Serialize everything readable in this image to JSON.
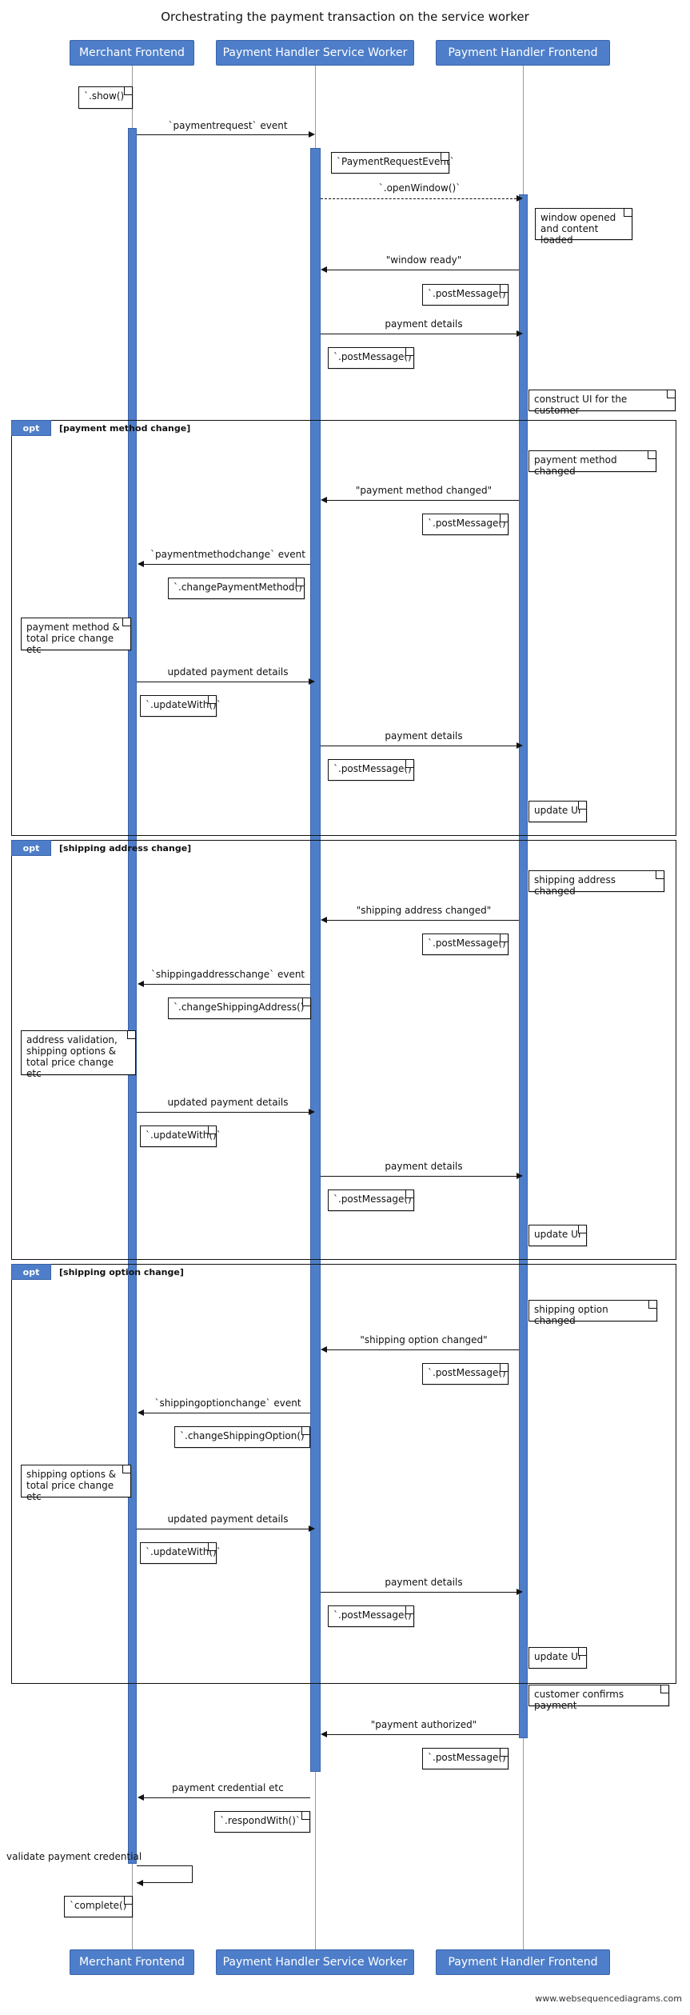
{
  "diagram": {
    "title": "Orchestrating the payment transaction on the service worker",
    "credit": "www.websequencediagrams.com",
    "actors": [
      {
        "id": "merchant",
        "label": "Merchant Frontend"
      },
      {
        "id": "sw",
        "label": "Payment Handler Service Worker"
      },
      {
        "id": "phf",
        "label": "Payment Handler Frontend"
      }
    ],
    "frames": [
      {
        "tab": "opt",
        "label": "[payment method change]"
      },
      {
        "tab": "opt",
        "label": "[shipping address change]"
      },
      {
        "tab": "opt",
        "label": "[shipping option change]"
      }
    ],
    "messages": [
      {
        "id": "m1",
        "label": "`paymentrequest` event"
      },
      {
        "id": "m2",
        "label": "`.openWindow()`"
      },
      {
        "id": "m3",
        "label": "\"window ready\""
      },
      {
        "id": "m4",
        "label": "payment details"
      },
      {
        "id": "m5",
        "label": "\"payment method changed\""
      },
      {
        "id": "m6",
        "label": "`paymentmethodchange` event"
      },
      {
        "id": "m7",
        "label": "updated payment details"
      },
      {
        "id": "m8",
        "label": "payment details"
      },
      {
        "id": "m9",
        "label": "\"shipping address changed\""
      },
      {
        "id": "m10",
        "label": "`shippingaddresschange` event"
      },
      {
        "id": "m11",
        "label": "updated payment details"
      },
      {
        "id": "m12",
        "label": "payment details"
      },
      {
        "id": "m13",
        "label": "\"shipping option changed\""
      },
      {
        "id": "m14",
        "label": "`shippingoptionchange` event"
      },
      {
        "id": "m15",
        "label": "updated payment details"
      },
      {
        "id": "m16",
        "label": "payment details"
      },
      {
        "id": "m17",
        "label": "\"payment authorized\""
      },
      {
        "id": "m18",
        "label": "payment credential etc"
      },
      {
        "id": "m19",
        "label": "validate payment credential"
      }
    ],
    "notes": [
      {
        "id": "n1",
        "text": "`.show()`"
      },
      {
        "id": "n2",
        "text": "`PaymentRequestEvent`"
      },
      {
        "id": "n3",
        "text": "window opened\nand content loaded"
      },
      {
        "id": "n4",
        "text": "`.postMessage()`"
      },
      {
        "id": "n5",
        "text": "`.postMessage()`"
      },
      {
        "id": "n6",
        "text": "construct UI for the customer"
      },
      {
        "id": "n7",
        "text": "payment method changed"
      },
      {
        "id": "n8",
        "text": "`.postMessage()`"
      },
      {
        "id": "n9",
        "text": "`.changePaymentMethod()`"
      },
      {
        "id": "n10",
        "text": "payment method &\ntotal price change etc"
      },
      {
        "id": "n11",
        "text": "`.updateWith()`"
      },
      {
        "id": "n12",
        "text": "`.postMessage()`"
      },
      {
        "id": "n13",
        "text": "update UI"
      },
      {
        "id": "n14",
        "text": "shipping address changed"
      },
      {
        "id": "n15",
        "text": "`.postMessage()`"
      },
      {
        "id": "n16",
        "text": "`.changeShippingAddress()`"
      },
      {
        "id": "n17",
        "text": "address validation,\nshipping options &\ntotal price change etc"
      },
      {
        "id": "n18",
        "text": "`.updateWith()`"
      },
      {
        "id": "n19",
        "text": "`.postMessage()`"
      },
      {
        "id": "n20",
        "text": "update UI"
      },
      {
        "id": "n21",
        "text": "shipping option changed"
      },
      {
        "id": "n22",
        "text": "`.postMessage()`"
      },
      {
        "id": "n23",
        "text": "`.changeShippingOption()`"
      },
      {
        "id": "n24",
        "text": "shipping options &\ntotal price change etc"
      },
      {
        "id": "n25",
        "text": "`.updateWith()`"
      },
      {
        "id": "n26",
        "text": "`.postMessage()`"
      },
      {
        "id": "n27",
        "text": "update UI"
      },
      {
        "id": "n28",
        "text": "customer confirms payment"
      },
      {
        "id": "n29",
        "text": "`.postMessage()`"
      },
      {
        "id": "n30",
        "text": "`.respondWith()`"
      },
      {
        "id": "n31",
        "text": "`complete()`"
      }
    ]
  }
}
